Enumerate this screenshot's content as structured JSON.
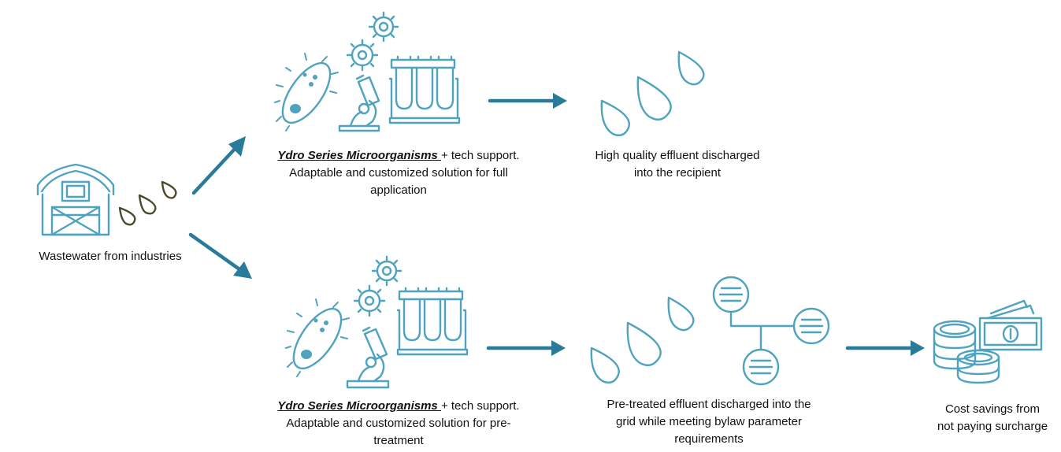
{
  "source": {
    "caption": "Wastewater from industries",
    "icons": [
      "barn-icon",
      "droplet-icon"
    ]
  },
  "top": {
    "product_name": "Ydro Series Microorganisms ",
    "caption_suffix": "+ tech support.",
    "caption_line2": "Adaptable and customized solution for full",
    "caption_line3": "application",
    "result_line1": "High quality effluent discharged",
    "result_line2": "into the recipient"
  },
  "bottom": {
    "product_name": "Ydro Series Microorganisms ",
    "caption_suffix": "+ tech support.",
    "caption_line2": "Adaptable and customized solution for pre-",
    "caption_line3": "treatment",
    "result_line1": "Pre-treated effluent discharged into the",
    "result_line2": "grid while meeting bylaw parameter",
    "result_line3": "requirements",
    "savings_line1": "Cost savings from",
    "savings_line2": "not paying surcharge"
  },
  "colors": {
    "primary": "#2a7b99",
    "light": "#4fa3bf",
    "drops_source": "#4a4a2a"
  }
}
